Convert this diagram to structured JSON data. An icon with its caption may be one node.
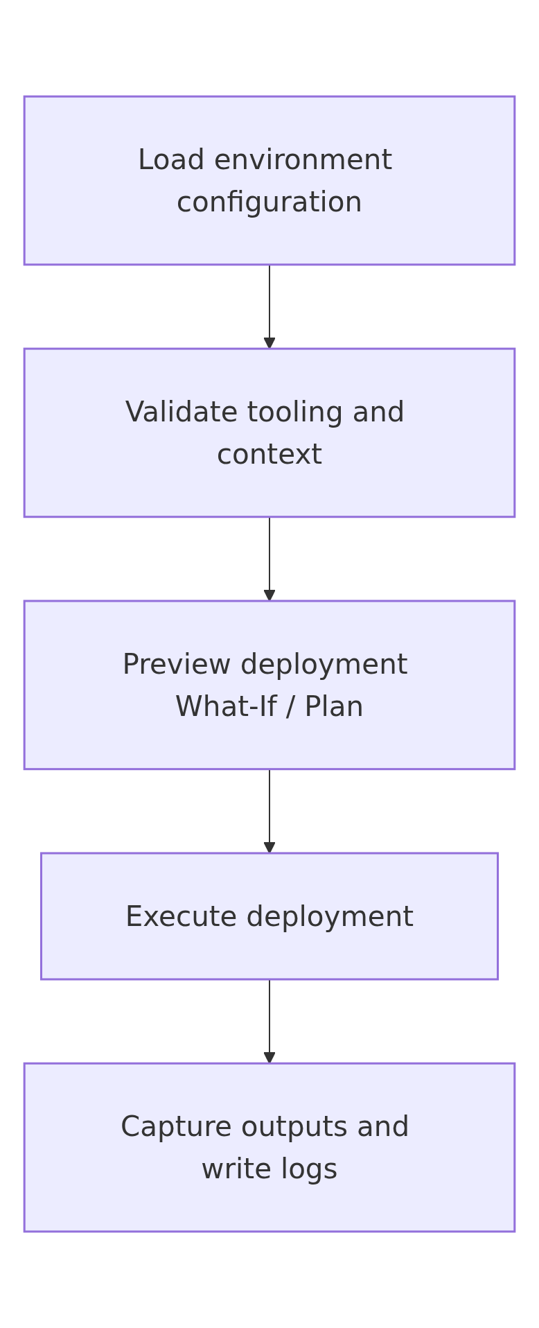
{
  "diagram": {
    "nodes": [
      {
        "text": [
          "Load environment configuration"
        ]
      },
      {
        "text": [
          "Validate tooling and context"
        ]
      },
      {
        "text": [
          "Preview deployment What-If / Plan"
        ]
      },
      {
        "text": [
          "Execute deployment"
        ]
      },
      {
        "text": [
          "Capture outputs and write logs"
        ]
      }
    ],
    "edges": [
      {
        "from": 0,
        "to": 1,
        "arrow": "to"
      },
      {
        "from": 1,
        "to": 2,
        "arrow": "to"
      },
      {
        "from": 2,
        "to": 3,
        "arrow": "to"
      },
      {
        "from": 3,
        "to": 4,
        "arrow": "to"
      }
    ]
  }
}
